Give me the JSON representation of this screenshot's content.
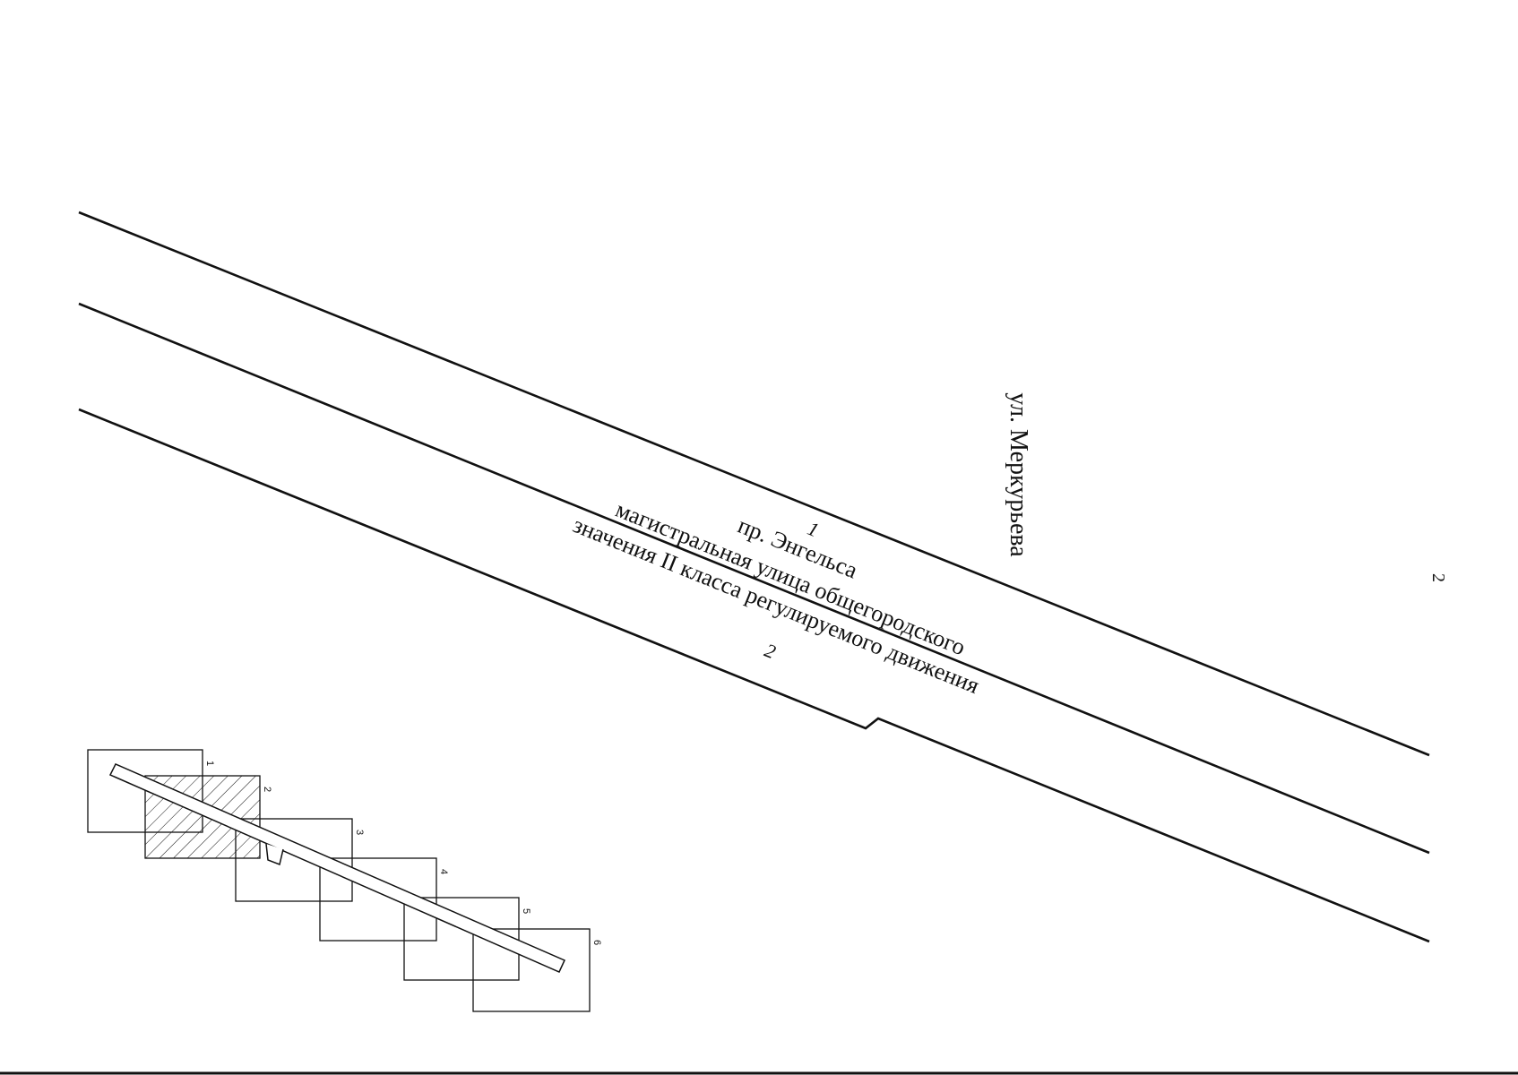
{
  "map": {
    "zone_label_1": "1",
    "zone_label_2": "2",
    "main_street_name": "пр. Энгельса",
    "main_street_desc_line1": "магистральная улица общегородского",
    "main_street_desc_line2": "значения II класса регулируемого движения",
    "cross_street_name": "ул. Меркурьева",
    "sheet_number": "2"
  },
  "index_map": {
    "sheets": [
      "1",
      "2",
      "3",
      "4",
      "5",
      "6"
    ],
    "current_sheet": "2"
  },
  "colors": {
    "ink": "#111111",
    "paper": "#ffffff"
  }
}
